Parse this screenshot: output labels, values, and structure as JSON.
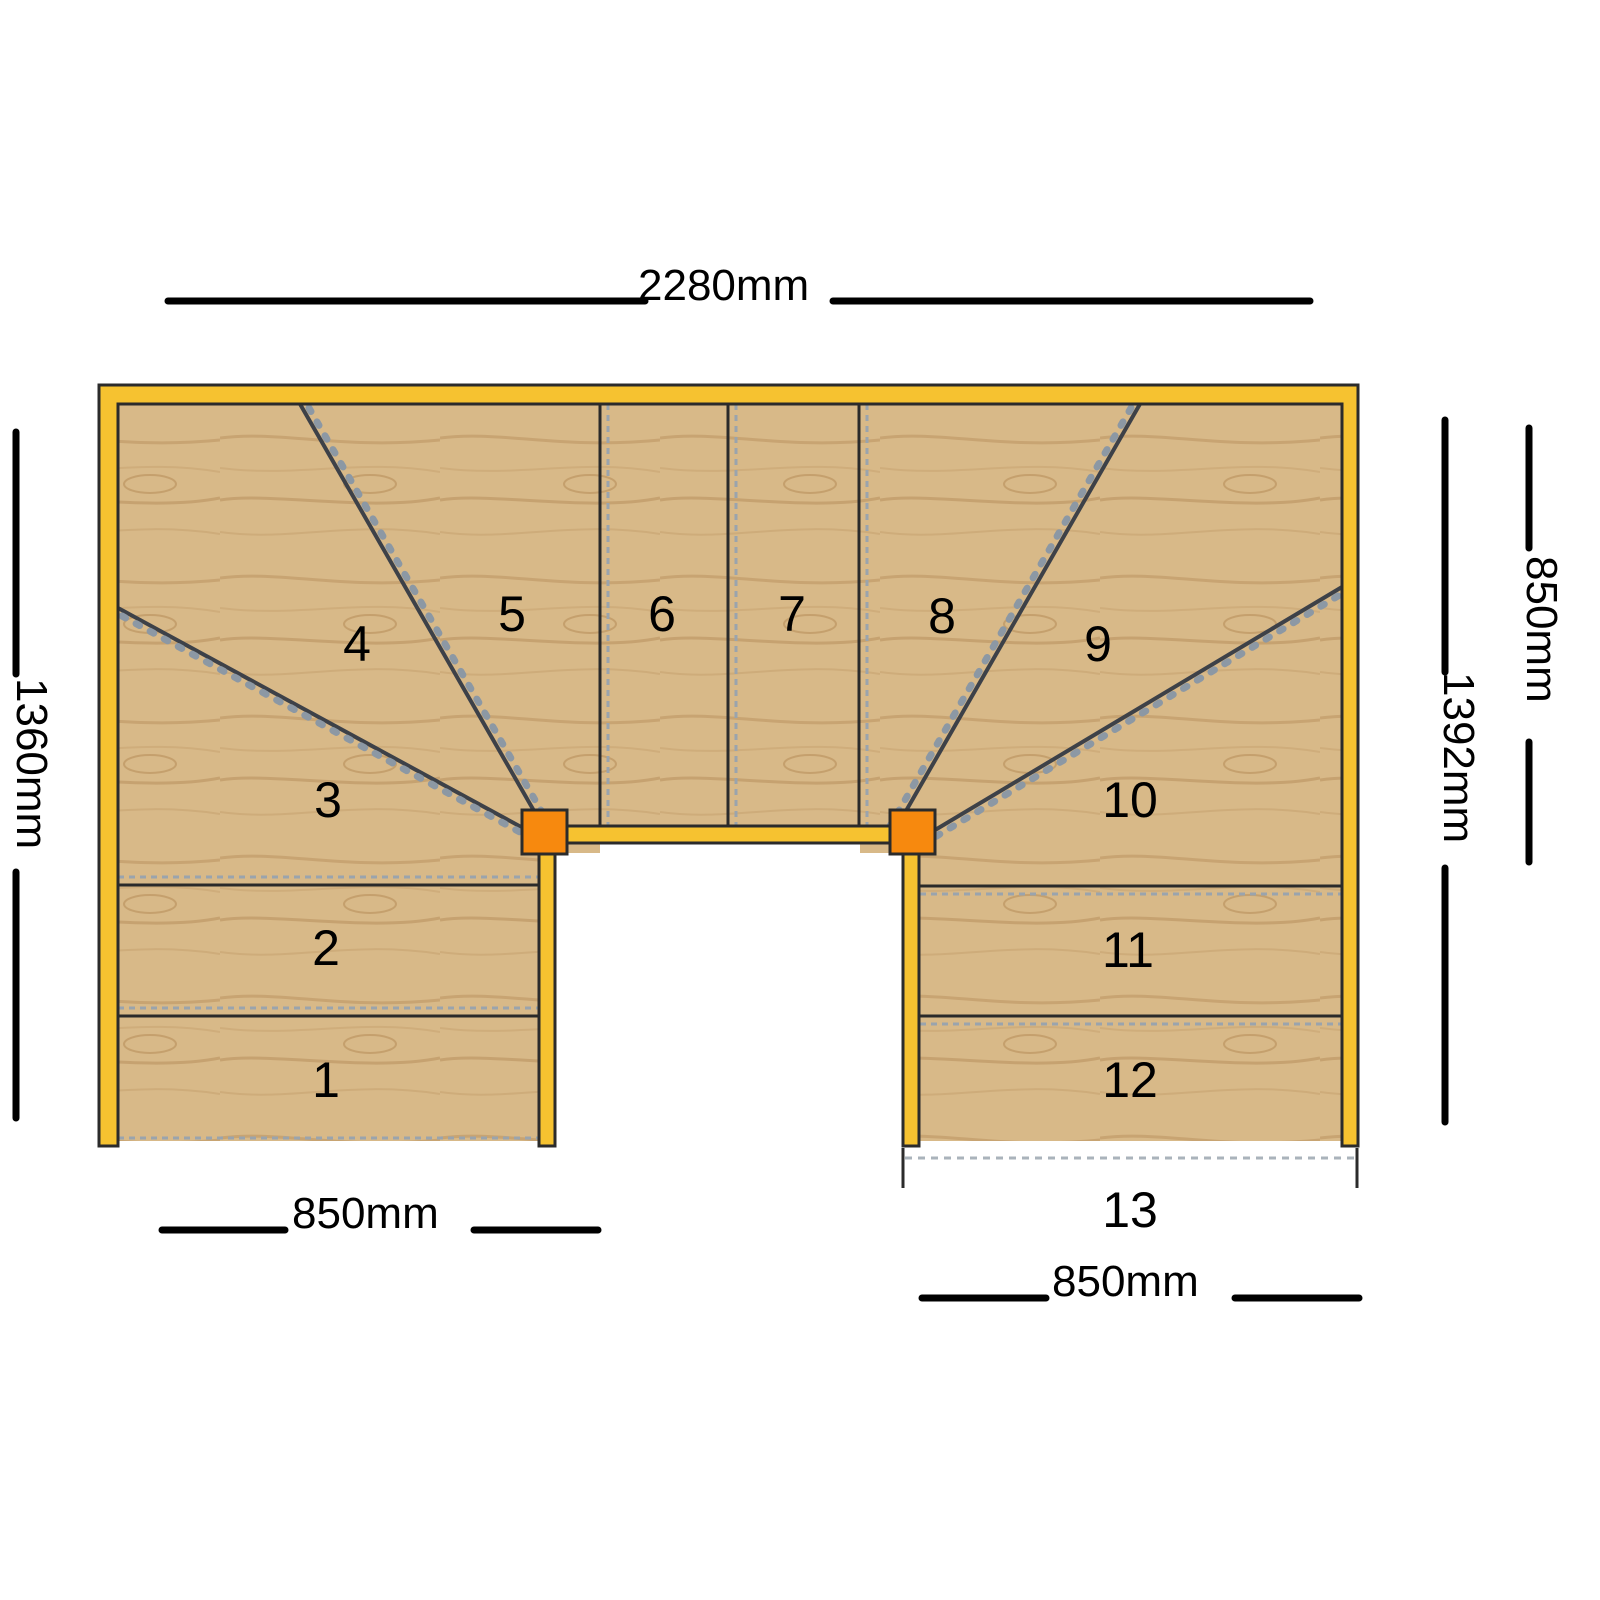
{
  "dimensions": {
    "overall_width": "2280mm",
    "left_depth": "1360mm",
    "right_depth": "1392mm",
    "right_upper": "850mm",
    "bottom_left_width": "850mm",
    "bottom_right_width": "850mm"
  },
  "steps": [
    "1",
    "2",
    "3",
    "4",
    "5",
    "6",
    "7",
    "8",
    "9",
    "10",
    "11",
    "12",
    "13"
  ],
  "colors": {
    "tread_wood": "#d7b888",
    "tread_grain": "#c9a673",
    "stringer": "#f6c230",
    "newel_post": "#f7890e",
    "outline": "#2b2b2b",
    "dimension_line": "#000000"
  },
  "components": {
    "newel_posts": [
      "newel-post-left",
      "newel-post-right"
    ],
    "stringers": [
      "wall-string",
      "landing-string",
      "left-inner-string",
      "right-inner-string"
    ]
  }
}
